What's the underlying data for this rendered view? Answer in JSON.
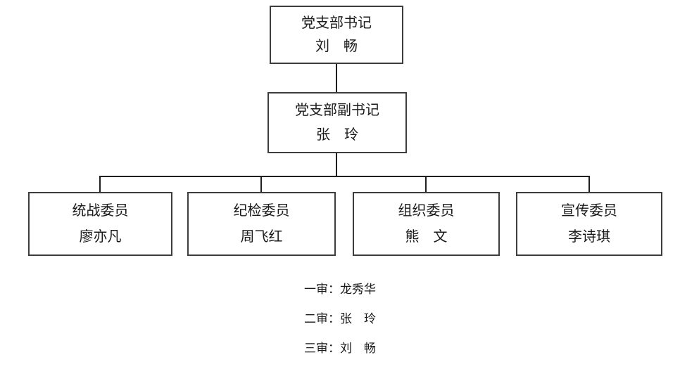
{
  "org": {
    "root": {
      "title": "党支部书记",
      "name": "刘　畅"
    },
    "deputy": {
      "title": "党支部副书记",
      "name": "张　玲"
    },
    "committees": [
      {
        "title": "统战委员",
        "name": "廖亦凡"
      },
      {
        "title": "纪检委员",
        "name": "周飞红"
      },
      {
        "title": "组织委员",
        "name": "熊　文"
      },
      {
        "title": "宣传委员",
        "name": "李诗琪"
      }
    ]
  },
  "review": {
    "lines": [
      "一审：龙秀华",
      "二审：张　玲",
      "三审：刘　畅"
    ]
  },
  "colors": {
    "background": "#ffffff",
    "box_border": "#3d3d3d",
    "connector_line": "#1f1f1f",
    "text": "#1a1a1a"
  }
}
